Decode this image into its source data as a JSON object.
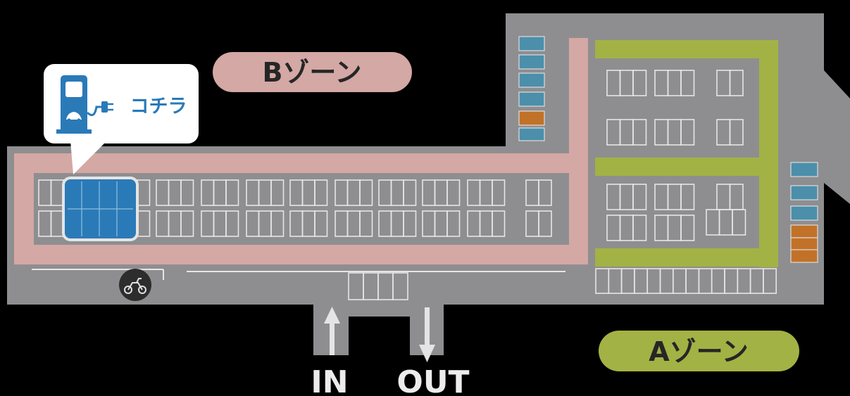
{
  "zones": {
    "b": {
      "label": "Bゾーン",
      "color": "#d4a8a4"
    },
    "a": {
      "label": "Aゾーン",
      "color": "#a3b244"
    }
  },
  "gates": {
    "in_label": "IN",
    "out_label": "OUT"
  },
  "callout": {
    "text": "コチラ",
    "text_color": "#2a7ab8",
    "icon": "ev-charging-station-icon"
  },
  "colors": {
    "background": "#000000",
    "lot": "#8e8e90",
    "b_route": "#d4a8a4",
    "a_route": "#a3b244",
    "ev_highlight": "#2a7ab8",
    "accessible_space": "#4b8fab",
    "special_space": "#c27228",
    "line": "#e8e8e8"
  },
  "icons": {
    "motorcycle": "motorcycle-icon"
  }
}
